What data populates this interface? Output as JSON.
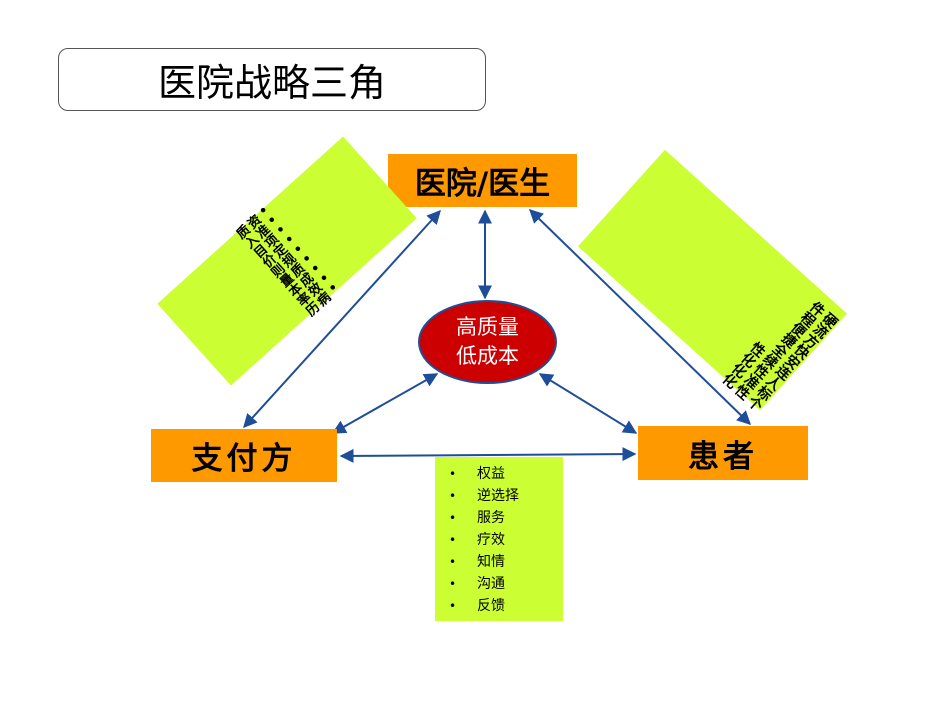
{
  "title": "医院战略三角",
  "nodes": {
    "hospital": "医院/医生",
    "payer": "支付方",
    "patient": "患者"
  },
  "core": {
    "line1": "高质量",
    "line2": "低成本"
  },
  "left_panel": {
    "items": [
      "•资质",
      "•准入",
      "•项目",
      "•定价",
      "•规则",
      "•质量",
      "•成本",
      "•效率",
      "•病历"
    ]
  },
  "right_panel": {
    "items": [
      "硬件",
      "流程",
      "方便",
      "快捷",
      "安全",
      "连续性",
      "人性化",
      "标准化",
      "个性化"
    ]
  },
  "bottom_panel": {
    "items": [
      "权益",
      "逆选择",
      "服务",
      "疗效",
      "知情",
      "沟通",
      "反馈"
    ]
  },
  "colors": {
    "node": "#ff9900",
    "panel": "#ccff33",
    "core": "#cc0000",
    "arrow": "#1f4e99"
  }
}
